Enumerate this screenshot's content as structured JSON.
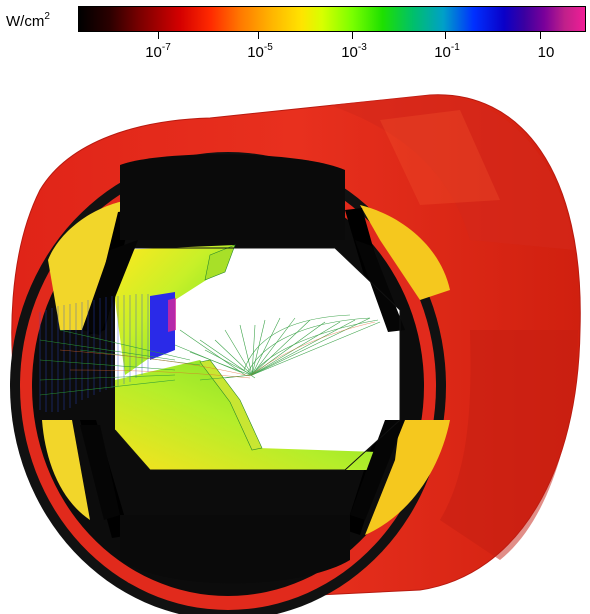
{
  "colorbar": {
    "unit_base": "W/cm",
    "unit_exp": "2",
    "ticks": [
      {
        "base": "10",
        "exp": "-7"
      },
      {
        "base": "10",
        "exp": "-5"
      },
      {
        "base": "10",
        "exp": "-3"
      },
      {
        "base": "10",
        "exp": "-1"
      },
      {
        "base": "10",
        "exp": ""
      }
    ],
    "scale": "log"
  },
  "colors": {
    "outer_shell": "#e8281e",
    "outer_shell_dark": "#c81a12",
    "inner_frame": "#000000",
    "pole_yellow": "#f0dc28",
    "pole_green": "#8ce628",
    "ray_green": "#2aa830",
    "ray_blue": "#2040d8"
  }
}
